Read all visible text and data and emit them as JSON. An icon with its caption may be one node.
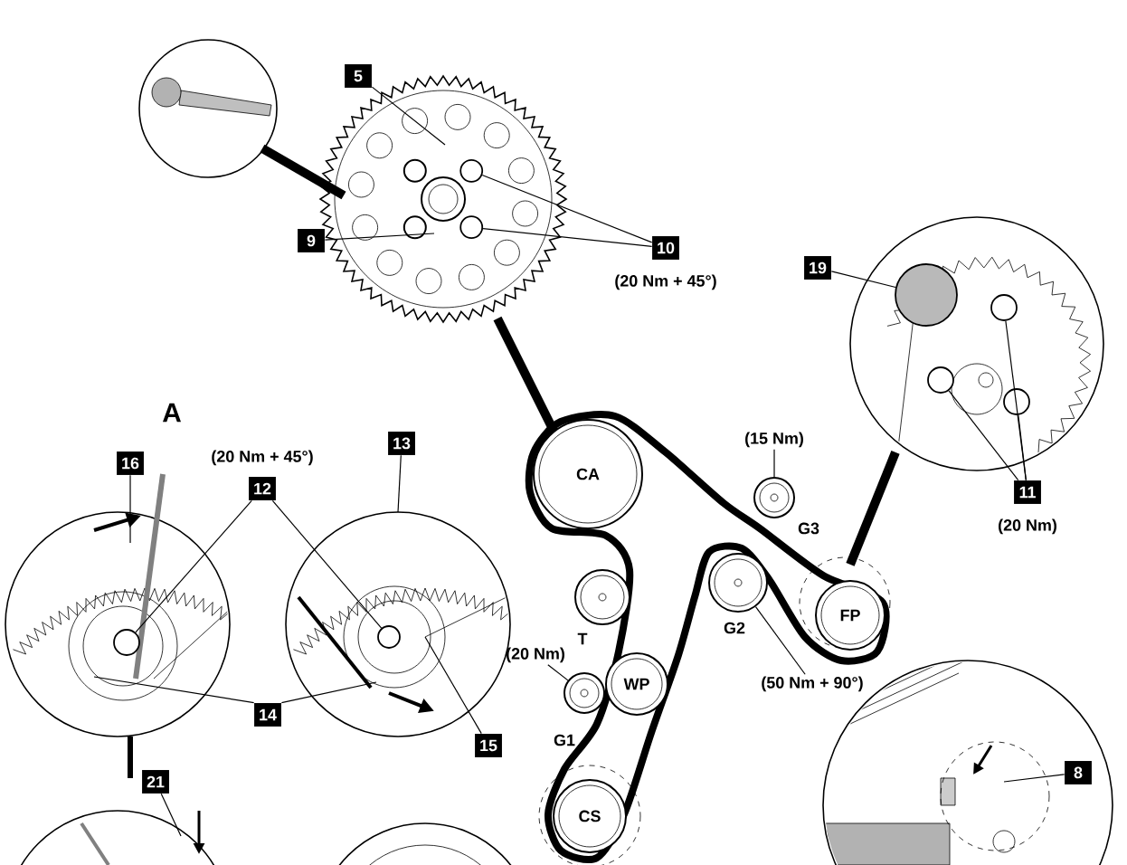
{
  "diagram": {
    "nodes": [
      {
        "text": [
          "5"
        ]
      },
      {
        "text": [
          "9"
        ]
      },
      {
        "text": [
          "10"
        ],
        "beside": [
          "(20 Nm + 45°)"
        ]
      },
      {
        "text": [
          "19"
        ]
      },
      {
        "text": [
          "11"
        ],
        "beside": [
          "(20 Nm)"
        ]
      },
      {
        "text": [
          "CA"
        ]
      },
      {
        "text": [
          "(15 Nm)"
        ]
      },
      {
        "text": [
          "G3"
        ]
      },
      {
        "text": [
          "T"
        ]
      },
      {
        "text": [
          "(20 Nm)"
        ]
      },
      {
        "text": [
          "G1"
        ]
      },
      {
        "text": [
          "CS"
        ]
      },
      {
        "text": [
          "WP"
        ]
      },
      {
        "text": [
          "G2"
        ]
      },
      {
        "text": [
          "(50 Nm + 90°)"
        ]
      },
      {
        "text": [
          "FP"
        ]
      },
      {
        "text": [
          "16"
        ]
      },
      {
        "text": [
          "12"
        ],
        "beside": [
          "(20 Nm + 45°)"
        ]
      },
      {
        "text": [
          "13"
        ]
      },
      {
        "text": [
          "14"
        ]
      },
      {
        "text": [
          "15"
        ]
      },
      {
        "text": [
          "21"
        ]
      },
      {
        "text": [
          "8"
        ]
      },
      {
        "text": [],
        "shape": "circle"
      },
      {
        "text": [],
        "shape": "circle"
      },
      {
        "text": [],
        "shape": "circle"
      },
      {
        "text": [],
        "shape": "circle"
      },
      {
        "text": [],
        "shape": "circle"
      },
      {
        "text": [],
        "shape": "circle"
      },
      {
        "text": [],
        "shape": "circle"
      },
      {
        "text": [],
        "shape": "circle"
      }
    ],
    "edges": [
      {
        "from": 0,
        "to": null,
        "arrow": "none"
      },
      {
        "from": 1,
        "to": null,
        "arrow": "none"
      },
      {
        "from": 2,
        "to": 23,
        "arrow": "none"
      },
      {
        "from": 2,
        "to": 24,
        "arrow": "none"
      },
      {
        "from": 3,
        "to": 25,
        "arrow": "none"
      },
      {
        "from": 4,
        "to": 26,
        "arrow": "none"
      },
      {
        "from": 4,
        "to": 27,
        "arrow": "none"
      },
      {
        "from": 4,
        "to": 28,
        "arrow": "none"
      },
      {
        "from": 6,
        "to": 7,
        "arrow": "none"
      },
      {
        "from": 9,
        "to": 10,
        "arrow": "none"
      },
      {
        "from": 14,
        "to": 13,
        "arrow": "none"
      },
      {
        "from": 16,
        "to": null,
        "arrow": "none"
      },
      {
        "from": 17,
        "to": 29,
        "arrow": "none"
      },
      {
        "from": 17,
        "to": 30,
        "arrow": "none"
      },
      {
        "from": 18,
        "to": null,
        "arrow": "none"
      },
      {
        "from": 19,
        "to": null,
        "arrow": "none"
      },
      {
        "from": 19,
        "to": null,
        "arrow": "none"
      },
      {
        "from": 20,
        "to": null,
        "arrow": "none"
      },
      {
        "from": 21,
        "to": null,
        "arrow": "none"
      },
      {
        "from": 22,
        "to": null,
        "arrow": "none"
      }
    ],
    "labels": [
      "A"
    ]
  }
}
